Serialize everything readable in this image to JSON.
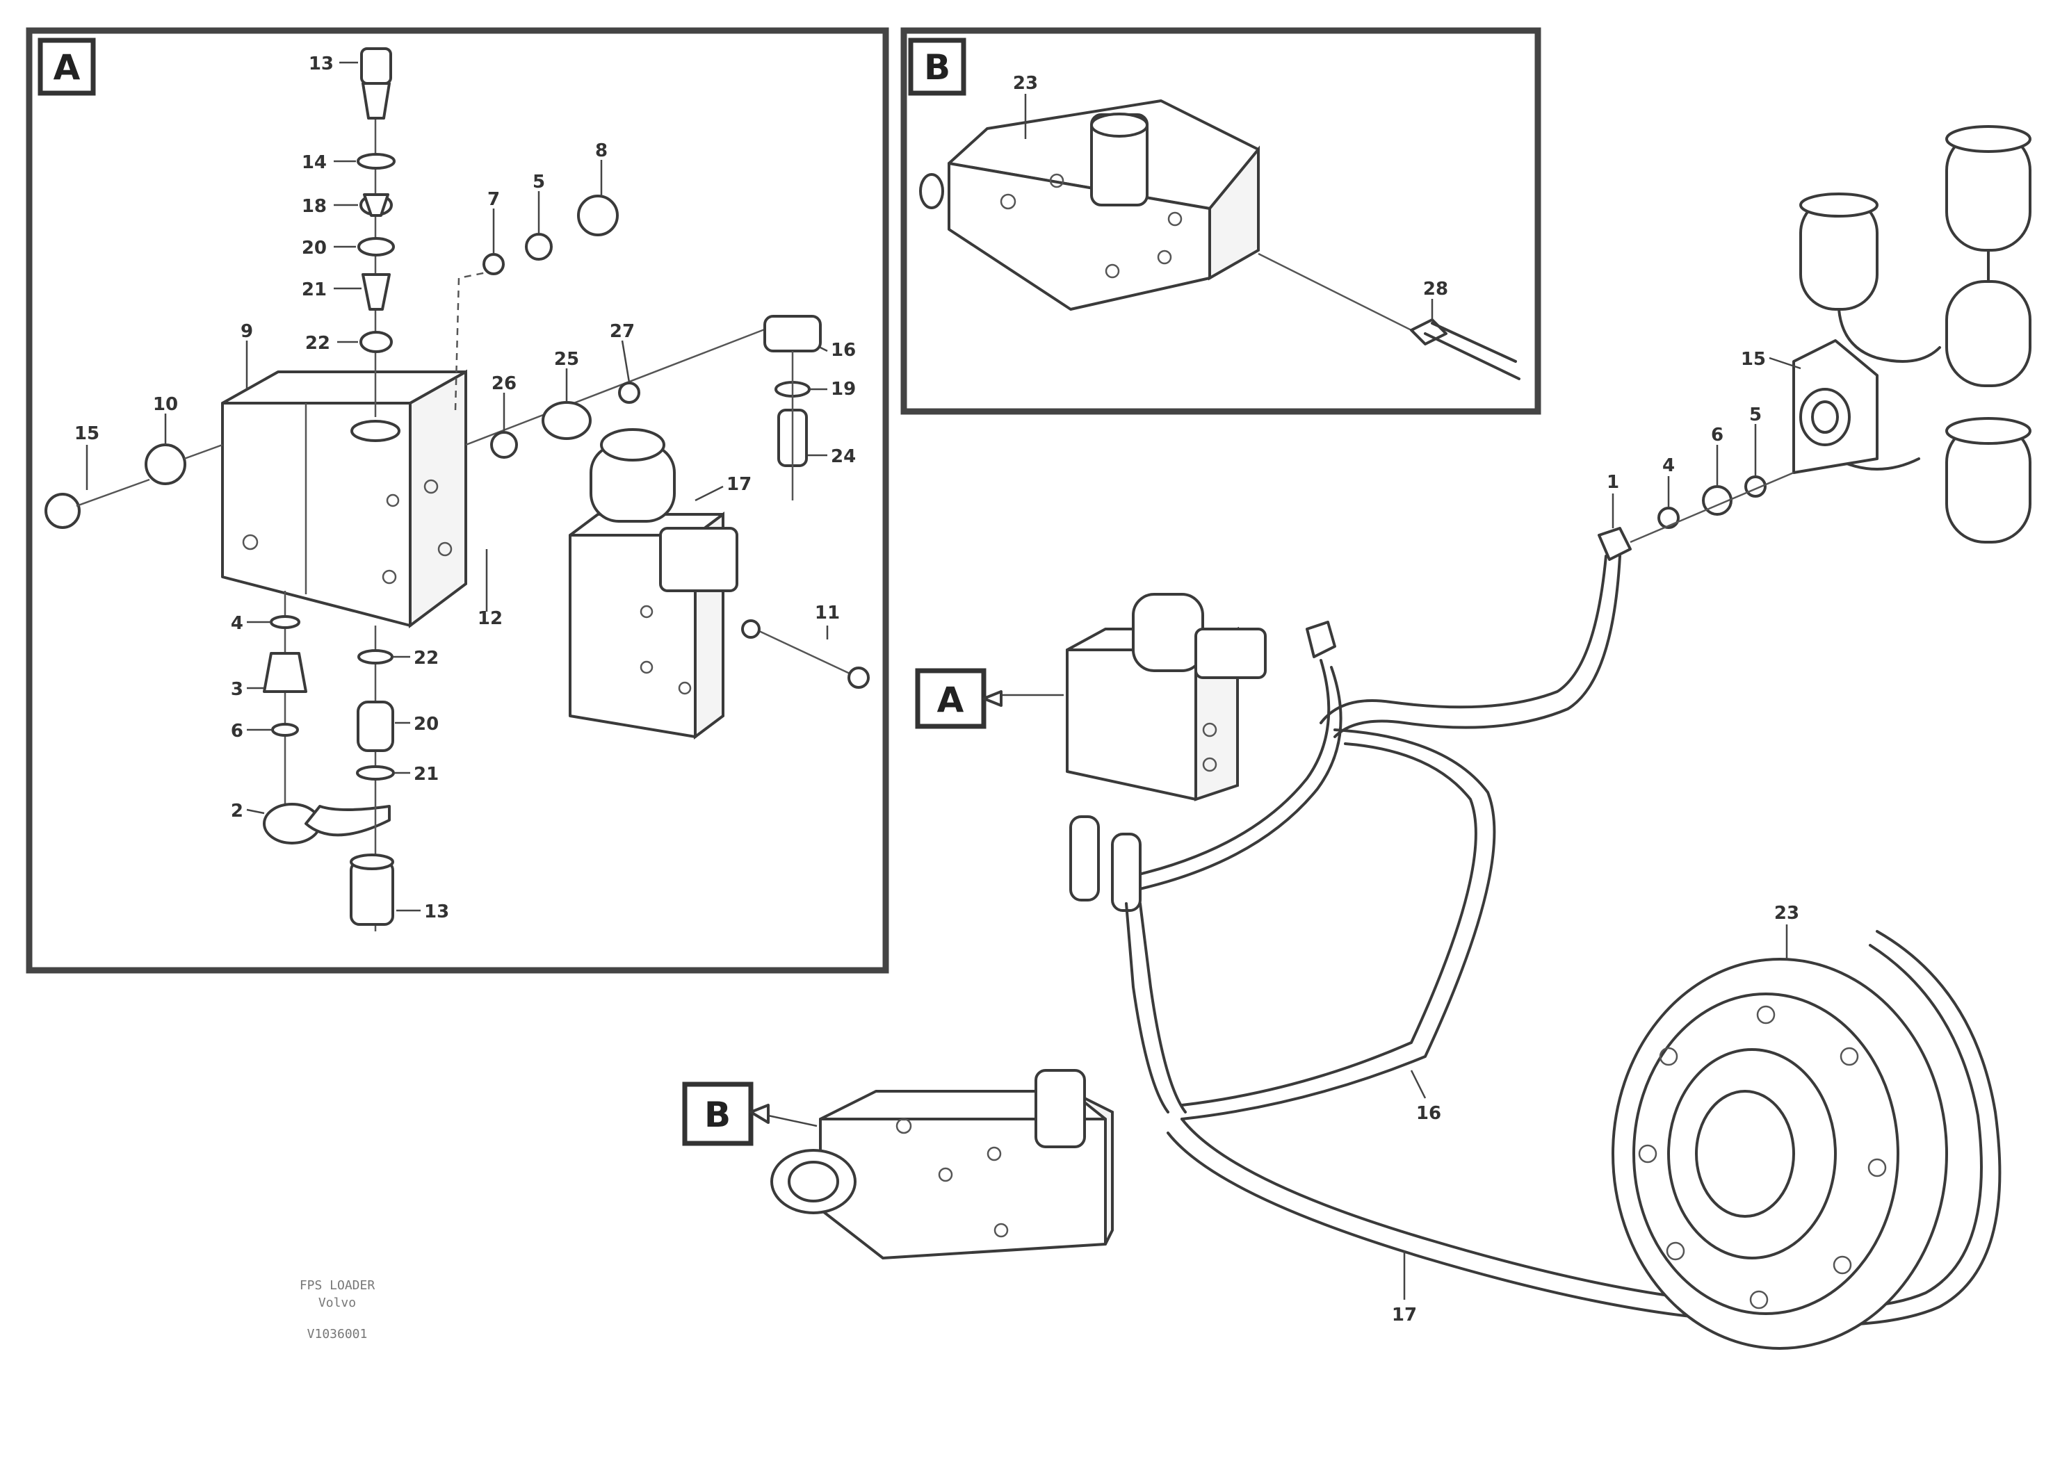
{
  "detail_labels": {
    "inset_a": "A",
    "inset_b": "B",
    "pointer_a": "A",
    "pointer_b": "B"
  },
  "callouts": {
    "a13_top": "13",
    "a14": "14",
    "a18": "18",
    "a20_top": "20",
    "a21_top": "21",
    "a22_top": "22",
    "a9_top": "9",
    "a7": "7",
    "a5_small": "5",
    "a8": "8",
    "a10": "10",
    "a15_left": "15",
    "a26": "26",
    "a25": "25",
    "a27": "27",
    "a16": "16",
    "a19": "19",
    "a24": "24",
    "a17": "17",
    "a12": "12",
    "a11": "11",
    "a4": "4",
    "a3": "3",
    "a6": "6",
    "a2": "2",
    "a22_low": "22",
    "a20_low": "20",
    "a21_low": "21",
    "a13_low": "13",
    "b23": "23",
    "b28": "28",
    "r1": "1",
    "r4": "4",
    "r6": "6",
    "r5": "5",
    "r15": "15",
    "m23": "23",
    "m16": "16",
    "m17": "17"
  },
  "footer": {
    "line1": "FPS LOADER",
    "line2": "Volvo",
    "line3": "V1036001"
  }
}
